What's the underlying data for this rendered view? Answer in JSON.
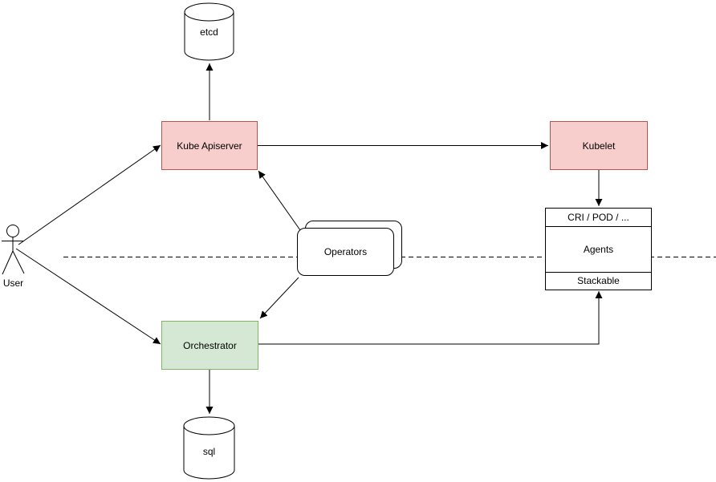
{
  "diagram_type": "architecture-flowchart",
  "colors": {
    "background": "#ffffff",
    "node_red_fill": "#f8cecc",
    "node_red_stroke": "#b85450",
    "node_green_fill": "#d5e8d4",
    "node_green_stroke": "#82b366",
    "line": "#000000"
  },
  "nodes": {
    "etcd": {
      "label": "etcd",
      "shape": "database-cylinder"
    },
    "kube_apiserver": {
      "label": "Kube Apiserver",
      "shape": "rectangle",
      "fill": "#f8cecc",
      "stroke": "#b85450"
    },
    "kubelet": {
      "label": "Kubelet",
      "shape": "rectangle",
      "fill": "#f8cecc",
      "stroke": "#b85450"
    },
    "operators": {
      "label": "Operators",
      "shape": "stacked-rounded-rectangle"
    },
    "agents": {
      "header": "CRI / POD / ...",
      "body": "Agents",
      "footer": "Stackable",
      "shape": "partitioned-rectangle"
    },
    "orchestrator": {
      "label": "Orchestrator",
      "shape": "rectangle",
      "fill": "#d5e8d4",
      "stroke": "#82b366"
    },
    "sql": {
      "label": "sql",
      "shape": "database-cylinder"
    },
    "user": {
      "label": "User",
      "shape": "actor-stick-figure"
    }
  },
  "edges": [
    {
      "from": "user",
      "to": "kube_apiserver",
      "style": "solid",
      "arrow": "end"
    },
    {
      "from": "user",
      "to": "orchestrator",
      "style": "solid",
      "arrow": "end"
    },
    {
      "from": "kube_apiserver",
      "to": "etcd",
      "style": "solid",
      "arrow": "end"
    },
    {
      "from": "kube_apiserver",
      "to": "kubelet",
      "style": "solid",
      "arrow": "end"
    },
    {
      "from": "operators",
      "to": "kube_apiserver",
      "style": "solid",
      "arrow": "end"
    },
    {
      "from": "operators",
      "to": "orchestrator",
      "style": "solid",
      "arrow": "end"
    },
    {
      "from": "kubelet",
      "to": "agents",
      "style": "solid",
      "arrow": "end"
    },
    {
      "from": "orchestrator",
      "to": "agents_footer",
      "style": "solid-elbow",
      "arrow": "end"
    },
    {
      "from": "orchestrator",
      "to": "sql",
      "style": "solid",
      "arrow": "end"
    },
    {
      "name": "separator",
      "style": "dashed-horizontal",
      "arrow": "none"
    }
  ]
}
